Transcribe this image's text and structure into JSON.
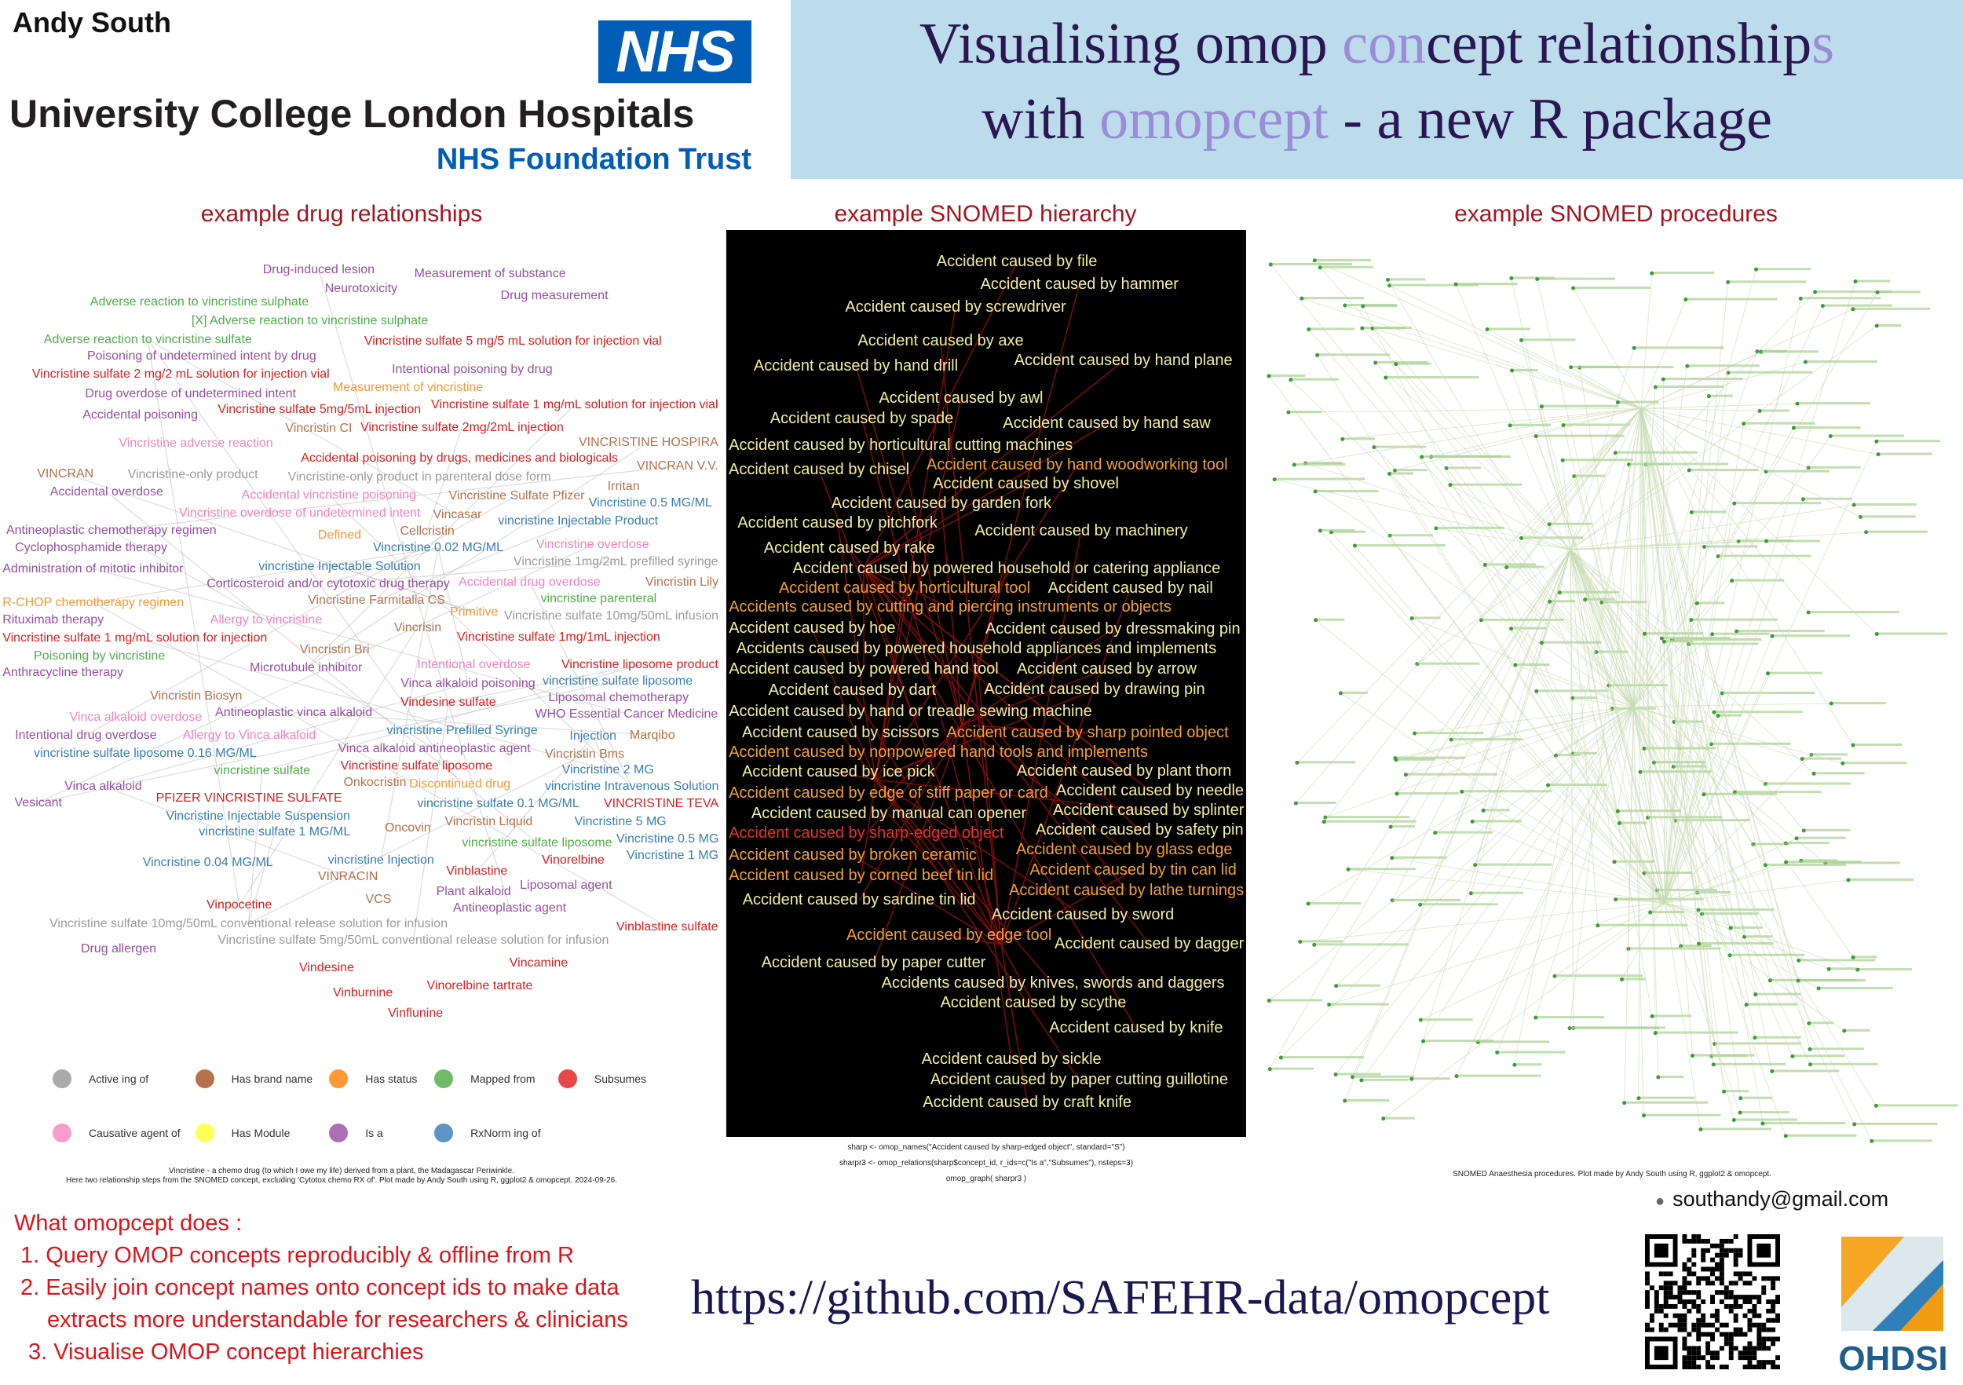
{
  "header": {
    "author": "Andy South",
    "nhs_logo": "NHS",
    "org": "University College London Hospitals",
    "trust": "NHS Foundation Trust",
    "title_parts": [
      "Visualising omop ",
      "con",
      "cept relationship",
      "s"
    ],
    "title_line2": [
      "with ",
      "omopcept",
      " - a new R package"
    ]
  },
  "sections": {
    "drug": "example drug relationships",
    "hierarchy": "example SNOMED hierarchy",
    "procedures": "example SNOMED procedures"
  },
  "colors": {
    "grey": "#9b9b9b",
    "brown": "#b5714a",
    "orange": "#ff9633",
    "green": "#4daf4a",
    "red": "#e41a1c",
    "pink": "#f781bf",
    "yellow": "#ffff4d",
    "purple": "#984ea3",
    "blue": "#377eb8"
  },
  "legend": [
    {
      "label": "Active ing of",
      "color": "#aaaaaa"
    },
    {
      "label": "Has brand name",
      "color": "#b5714a"
    },
    {
      "label": "Has status",
      "color": "#ff9933"
    },
    {
      "label": "Mapped from",
      "color": "#6fbb6a"
    },
    {
      "label": "Subsumes",
      "color": "#e8474a"
    },
    {
      "label": "Causative agent of",
      "color": "#f99bcd"
    },
    {
      "label": "Has Module",
      "color": "#ffff55"
    },
    {
      "label": "Is a",
      "color": "#ab70b2"
    },
    {
      "label": "RxNorm ing of",
      "color": "#5e95c4"
    }
  ],
  "drug_caption": [
    "Vincristine - a chemo drug (to which I owe my life) derived from a plant, the Madagascar Periwinkle.",
    "Here two relationship steps from the SNOMED concept, excluding 'Cytotox chemo RX of'. Plot made by Andy South using R, ggplot2 & omopcept. 2024-09-26."
  ],
  "drug_nodes": [
    [
      "Drug-induced lesion",
      "purple"
    ],
    [
      "Measurement of substance",
      "purple"
    ],
    [
      "Neurotoxicity",
      "purple"
    ],
    [
      "Drug measurement",
      "purple"
    ],
    [
      "Adverse reaction to vincristine sulphate",
      "green"
    ],
    [
      "[X] Adverse reaction to vincristine sulphate",
      "green"
    ],
    [
      "Adverse reaction to vincristine sulfate",
      "green"
    ],
    [
      "Vincristine sulfate 5 mg/5 mL solution for injection vial",
      "red"
    ],
    [
      "Poisoning of undetermined intent by drug",
      "purple"
    ],
    [
      "Intentional poisoning by drug",
      "purple"
    ],
    [
      "Vincristine sulfate 2 mg/2 mL solution for injection vial",
      "red"
    ],
    [
      "Measurement of vincristine",
      "orange"
    ],
    [
      "Drug overdose of undetermined intent",
      "purple"
    ],
    [
      "Vincristine sulfate 5mg/5mL injection",
      "red"
    ],
    [
      "Vincristine sulfate 1 mg/mL solution for injection vial",
      "red"
    ],
    [
      "Accidental poisoning",
      "purple"
    ],
    [
      "Vincristin CI",
      "brown"
    ],
    [
      "Vincristine sulfate 2mg/2mL injection",
      "red"
    ],
    [
      "Vincristine adverse reaction",
      "pink"
    ],
    [
      "VINCRISTINE HOSPIRA",
      "brown"
    ],
    [
      "Accidental poisoning by drugs, medicines and biologicals",
      "red"
    ],
    [
      "Vincristine-only product",
      "grey"
    ],
    [
      "VINCRAN",
      "brown"
    ],
    [
      "Vincristine-only product in parenteral dose form",
      "grey"
    ],
    [
      "VINCRAN V.V.",
      "brown"
    ],
    [
      "Irritan",
      "brown"
    ],
    [
      "Vincristine Sulfate Pfizer",
      "brown"
    ],
    [
      "Accidental overdose",
      "purple"
    ],
    [
      "Accidental vincristine poisoning",
      "pink"
    ],
    [
      "Vincristine overdose of undetermined intent",
      "pink"
    ],
    [
      "Vincristine 0.5 MG/ML",
      "blue"
    ],
    [
      "Vincasar",
      "brown"
    ],
    [
      "vincristine Injectable Product",
      "blue"
    ],
    [
      "Antineoplastic chemotherapy regimen",
      "purple"
    ],
    [
      "Cellcristin",
      "brown"
    ],
    [
      "Defined",
      "orange"
    ],
    [
      "Cyclophosphamide therapy",
      "purple"
    ],
    [
      "Vincristine overdose",
      "pink"
    ],
    [
      "Vincristine 0.02 MG/ML",
      "blue"
    ],
    [
      "Vincristine 1mg/2mL prefilled syringe",
      "grey"
    ],
    [
      "Administration of mitotic inhibitor",
      "purple"
    ],
    [
      "vincristine Injectable Solution",
      "blue"
    ],
    [
      "Corticosteroid and/or cytotoxic drug therapy",
      "purple"
    ],
    [
      "Accidental drug overdose",
      "pink"
    ],
    [
      "Vincristin Lily",
      "brown"
    ],
    [
      "R-CHOP chemotherapy regimen",
      "orange"
    ],
    [
      "Vincristine Farmitalia CS",
      "brown"
    ],
    [
      "vincristine parenteral",
      "green"
    ],
    [
      "Primitive",
      "orange"
    ],
    [
      "Allergy to vincristine",
      "pink"
    ],
    [
      "Vincristine sulfate 10mg/50mL infusion",
      "grey"
    ],
    [
      "Rituximab therapy",
      "purple"
    ],
    [
      "Vincrisin",
      "brown"
    ],
    [
      "Vincristine sulfate 1 mg/mL solution for injection",
      "red"
    ],
    [
      "Vincristine sulfate 1mg/1mL injection",
      "red"
    ],
    [
      "Poisoning by vincristine",
      "green"
    ],
    [
      "Vincristin Bri",
      "brown"
    ],
    [
      "Intentional overdose",
      "pink"
    ],
    [
      "Vincristine liposome product",
      "red"
    ],
    [
      "Microtubule inhibitor",
      "purple"
    ],
    [
      "Anthracycline therapy",
      "purple"
    ],
    [
      "Vinca alkaloid poisoning",
      "purple"
    ],
    [
      "vincristine sulfate liposome",
      "blue"
    ],
    [
      "Vincristin Biosyn",
      "brown"
    ],
    [
      "Vindesine sulfate",
      "red"
    ],
    [
      "Liposomal chemotherapy",
      "purple"
    ],
    [
      "Antineoplastic vinca alkaloid",
      "purple"
    ],
    [
      "WHO Essential Cancer Medicine",
      "purple"
    ],
    [
      "Vinca alkaloid overdose",
      "pink"
    ],
    [
      "vincristine Prefilled Syringe",
      "blue"
    ],
    [
      "Intentional drug overdose",
      "purple"
    ],
    [
      "Allergy to Vinca alkaloid",
      "pink"
    ],
    [
      "Vinca alkaloid antineoplastic agent",
      "purple"
    ],
    [
      "Injection",
      "blue"
    ],
    [
      "Marqibo",
      "brown"
    ],
    [
      "vincristine sulfate liposome 0.16 MG/ML",
      "blue"
    ],
    [
      "Vincristin Bms",
      "brown"
    ],
    [
      "Vincristine sulfate liposome",
      "red"
    ],
    [
      "Vincristine 2 MG",
      "blue"
    ],
    [
      "vincristine sulfate",
      "green"
    ],
    [
      "Discontinued drug",
      "orange"
    ],
    [
      "vincristine Intravenous Solution",
      "blue"
    ],
    [
      "Onkocristin",
      "brown"
    ],
    [
      "Vinca alkaloid",
      "purple"
    ],
    [
      "PFIZER VINCRISTINE SULFATE",
      "red"
    ],
    [
      "vincristine sulfate 0.1 MG/ML",
      "blue"
    ],
    [
      "Vesicant",
      "purple"
    ],
    [
      "VINCRISTINE TEVA",
      "red"
    ],
    [
      "Vincristine Injectable Suspension",
      "blue"
    ],
    [
      "Vincristine 5 MG",
      "blue"
    ],
    [
      "Oncovin",
      "brown"
    ],
    [
      "Vincristin Liquid",
      "brown"
    ],
    [
      "vincristine sulfate 1 MG/ML",
      "blue"
    ],
    [
      "vincristine sulfate liposome",
      "green"
    ],
    [
      "Vincristine 0.5 MG",
      "blue"
    ],
    [
      "Vincristine 0.04 MG/ML",
      "blue"
    ],
    [
      "vincristine Injection",
      "blue"
    ],
    [
      "Vincristine 1 MG",
      "blue"
    ],
    [
      "Vinorelbine",
      "red"
    ],
    [
      "Vinblastine",
      "red"
    ],
    [
      "VINRACIN",
      "brown"
    ],
    [
      "Liposomal agent",
      "purple"
    ],
    [
      "Plant alkaloid",
      "purple"
    ],
    [
      "VCS",
      "brown"
    ],
    [
      "Vinpocetine",
      "red"
    ],
    [
      "Antineoplastic agent",
      "purple"
    ],
    [
      "Vincristine sulfate 10mg/50mL conventional release solution for infusion",
      "grey"
    ],
    [
      "Vincristine sulfate 5mg/50mL conventional release solution for infusion",
      "grey"
    ],
    [
      "Vinblastine sulfate",
      "red"
    ],
    [
      "Drug allergen",
      "purple"
    ],
    [
      "Vindesine",
      "red"
    ],
    [
      "Vincamine",
      "red"
    ],
    [
      "Vinburnine",
      "red"
    ],
    [
      "Vinorelbine tartrate",
      "red"
    ],
    [
      "Vinflunine",
      "red"
    ]
  ],
  "hier_nodes": [
    [
      "Accident caused by file",
      "y"
    ],
    [
      "Accident caused by hammer",
      "y"
    ],
    [
      "Accident caused by screwdriver",
      "y"
    ],
    [
      "Accident caused by axe",
      "y"
    ],
    [
      "Accident caused by hand plane",
      "y"
    ],
    [
      "Accident caused by hand drill",
      "y"
    ],
    [
      "Accident caused by awl",
      "y"
    ],
    [
      "Accident caused by spade",
      "y"
    ],
    [
      "Accident caused by hand saw",
      "y"
    ],
    [
      "Accident caused by horticultural cutting machines",
      "y"
    ],
    [
      "Accident caused by hand woodworking tool",
      "o"
    ],
    [
      "Accident caused by chisel",
      "y"
    ],
    [
      "Accident caused by shovel",
      "y"
    ],
    [
      "Accident caused by garden fork",
      "y"
    ],
    [
      "Accident caused by pitchfork",
      "y"
    ],
    [
      "Accident caused by machinery",
      "y"
    ],
    [
      "Accident caused by rake",
      "y"
    ],
    [
      "Accident caused by powered household or catering appliance",
      "y"
    ],
    [
      "Accident caused by horticultural tool",
      "o"
    ],
    [
      "Accident caused by nail",
      "y"
    ],
    [
      "Accidents caused by cutting and piercing instruments or objects",
      "o"
    ],
    [
      "Accident caused by dressmaking pin",
      "y"
    ],
    [
      "Accident caused by hoe",
      "y"
    ],
    [
      "Accidents caused by powered household appliances and implements",
      "y"
    ],
    [
      "Accident caused by powered hand tool",
      "y"
    ],
    [
      "Accident caused by arrow",
      "y"
    ],
    [
      "Accident caused by drawing pin",
      "y"
    ],
    [
      "Accident caused by dart",
      "y"
    ],
    [
      "Accident caused by hand or treadle sewing machine",
      "y"
    ],
    [
      "Accident caused by sharp pointed object",
      "o"
    ],
    [
      "Accident caused by nonpowered hand tools and implements",
      "o"
    ],
    [
      "Accident caused by scissors",
      "y"
    ],
    [
      "Accident caused by plant thorn",
      "y"
    ],
    [
      "Accident caused by edge of stiff paper or card",
      "o"
    ],
    [
      "Accident caused by ice pick",
      "y"
    ],
    [
      "Accident caused by manual can opener",
      "y"
    ],
    [
      "Accident caused by needle",
      "y"
    ],
    [
      "Accident caused by sharp-edged object",
      "r"
    ],
    [
      "Accident caused by splinter",
      "y"
    ],
    [
      "Accident caused by broken ceramic",
      "o"
    ],
    [
      "Accident caused by safety pin",
      "y"
    ],
    [
      "Accident caused by glass edge",
      "o"
    ],
    [
      "Accident caused by corned beef tin lid",
      "o"
    ],
    [
      "Accident caused by tin can lid",
      "o"
    ],
    [
      "Accident caused by lathe turnings",
      "o"
    ],
    [
      "Accident caused by sardine tin lid",
      "y"
    ],
    [
      "Accident caused by sword",
      "y"
    ],
    [
      "Accident caused by edge tool",
      "o"
    ],
    [
      "Accident caused by dagger",
      "y"
    ],
    [
      "Accident caused by paper cutter",
      "y"
    ],
    [
      "Accidents caused by knives, swords and daggers",
      "y"
    ],
    [
      "Accident caused by scythe",
      "y"
    ],
    [
      "Accident caused by knife",
      "y"
    ],
    [
      "Accident caused by sickle",
      "y"
    ],
    [
      "Accident caused by paper cutting guillotine",
      "y"
    ],
    [
      "Accident caused by craft knife",
      "y"
    ]
  ],
  "hier_code": [
    "sharp <- omop_names(\"Accident caused by sharp-edged object\", standard=\"S\")",
    "sharpr3 <- omop_relations(sharp$concept_id, r_ids=c(\"Is a\",\"Subsumes\"), nsteps=3)",
    "omop_graph( sharpr3 )"
  ],
  "proc_caption": "SNOMED Anaesthesia procedures. Plot made by Andy South using R, ggplot2 & omopcept.",
  "does": {
    "heading": "What omopcept does :",
    "items": [
      "1. Query OMOP concepts reproducibly & offline from R",
      "2. Easily join concept names onto concept ids to make data",
      "    extracts more understandable for researchers & clinicians",
      "3. Visualise OMOP concept hierarchies"
    ]
  },
  "url": "https://github.com/SAFEHR-data/omopcept",
  "email": "southandy@gmail.com",
  "ohdsi": "OHDSI"
}
